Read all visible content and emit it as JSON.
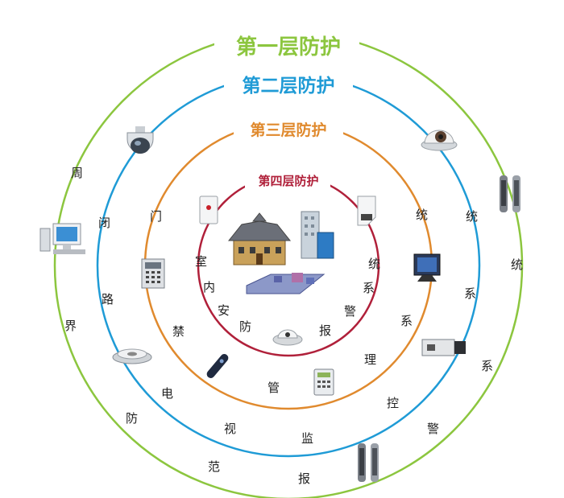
{
  "colors": {
    "layer1": "#8cc63f",
    "layer2": "#1f9bd6",
    "layer3": "#e08a2e",
    "layer4": "#b0203a"
  },
  "layers": [
    {
      "title": "第一层防护",
      "system": "周界防范报警系统"
    },
    {
      "title": "第二层防护",
      "system": "闭路电视监控系统"
    },
    {
      "title": "第三层防护",
      "system": "门禁管理系统"
    },
    {
      "title": "第四层防护",
      "system": "室内安防报警系统"
    }
  ],
  "arc_chars": {
    "layer1_left": [
      "周",
      "界",
      "防",
      "范"
    ],
    "layer1_right": [
      "报",
      "警",
      "系",
      "统"
    ],
    "layer2_left": [
      "闭",
      "路",
      "电",
      "视"
    ],
    "layer2_right": [
      "监",
      "控",
      "系",
      "统"
    ],
    "layer3_left": [
      "门",
      "禁",
      "管"
    ],
    "layer3_right": [
      "理",
      "系",
      "统"
    ],
    "layer4_left": [
      "室",
      "内",
      "安",
      "防"
    ],
    "layer4_right": [
      "报",
      "警",
      "系",
      "统"
    ]
  },
  "icons": [
    "dome-camera-icon",
    "ceiling-dome-camera-icon",
    "infrared-beam-icon",
    "desktop-computer-icon",
    "monitor-icon",
    "box-camera-icon",
    "smoke-detector-icon",
    "access-keypad-icon",
    "door-sensor-icon",
    "pir-detector-icon",
    "panic-button-icon",
    "card-reader-icon",
    "glass-break-detector-icon",
    "villa-house-icon",
    "office-building-icon",
    "floor-plan-icon",
    "beam-detector-bottom-icon"
  ]
}
